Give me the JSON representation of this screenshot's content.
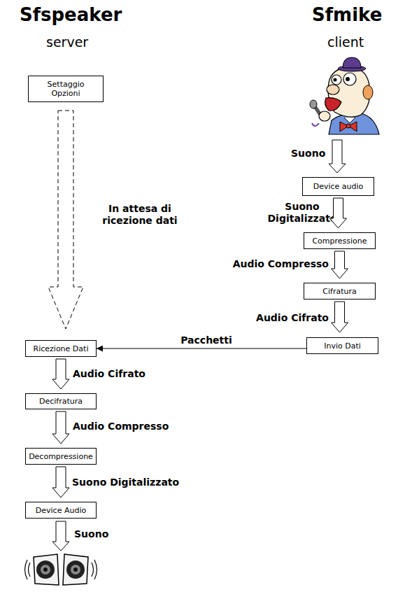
{
  "diagram": {
    "nodes": [
      {
        "text": [
          "Settaggio Opzioni"
        ]
      },
      {
        "text": [
          "Device audio"
        ]
      },
      {
        "text": [
          "Compressione"
        ]
      },
      {
        "text": [
          "Cifratura"
        ]
      },
      {
        "text": [
          "Invio Dati"
        ]
      },
      {
        "text": [
          "Ricezione Dati"
        ]
      },
      {
        "text": [
          "Decifratura"
        ]
      },
      {
        "text": [
          "Decompressione"
        ]
      },
      {
        "text": [
          "Device Audio"
        ]
      }
    ],
    "edges": [
      {
        "from": 0,
        "to": 5,
        "arrow": "to",
        "label": "In attesa di ricezione dati"
      },
      {
        "from": 1,
        "to": 2,
        "arrow": "to",
        "label": "Suono Digitalizzato"
      },
      {
        "from": 2,
        "to": 3,
        "arrow": "to",
        "label": "Audio Compresso"
      },
      {
        "from": 3,
        "to": 4,
        "arrow": "to",
        "label": "Audio Cifrato"
      },
      {
        "from": 4,
        "to": 5,
        "arrow": "to",
        "label": "Pacchetti"
      },
      {
        "from": 5,
        "to": 6,
        "arrow": "to",
        "label": "Audio Cifrato"
      },
      {
        "from": 6,
        "to": 7,
        "arrow": "to",
        "label": "Audio Compresso"
      },
      {
        "from": 7,
        "to": 8,
        "arrow": "to",
        "label": "Suono Digitalizzato"
      }
    ],
    "labels": [
      "Sfspeaker",
      "server",
      "Sfmike",
      "client",
      "Suono",
      "Suono"
    ]
  }
}
